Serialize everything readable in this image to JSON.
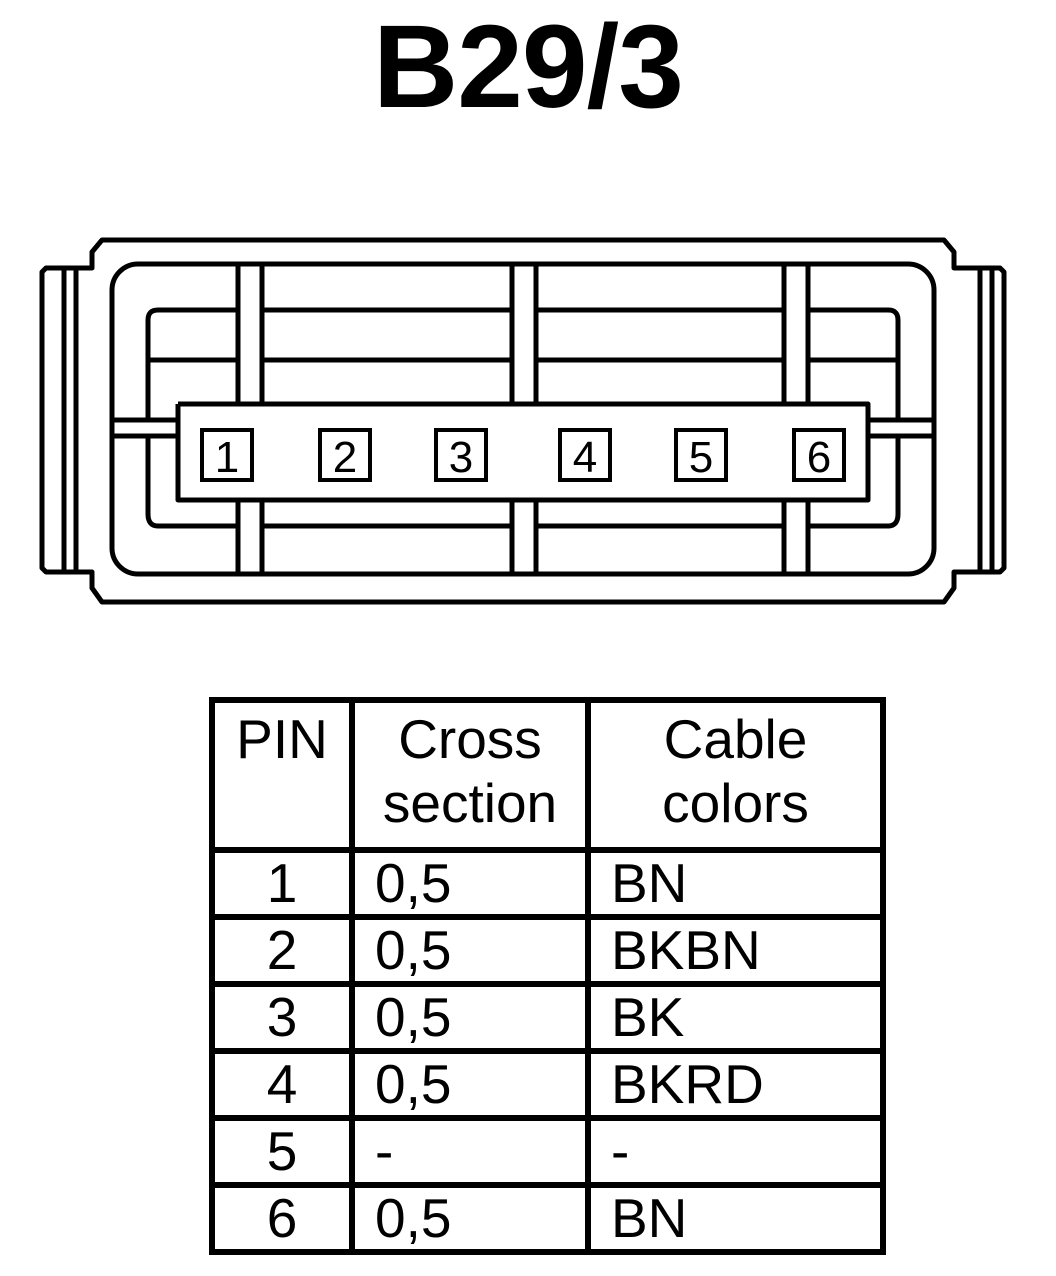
{
  "title": "B29/3",
  "connector": {
    "pin_labels": [
      "1",
      "2",
      "3",
      "4",
      "5",
      "6"
    ]
  },
  "table": {
    "headers": {
      "pin": "PIN",
      "cross_section": [
        "Cross",
        "section"
      ],
      "cable_colors": [
        "Cable",
        "colors"
      ]
    },
    "rows": [
      {
        "pin": "1",
        "cross_section": "0,5",
        "cable_color": "BN"
      },
      {
        "pin": "2",
        "cross_section": "0,5",
        "cable_color": "BKBN"
      },
      {
        "pin": "3",
        "cross_section": "0,5",
        "cable_color": "BK"
      },
      {
        "pin": "4",
        "cross_section": "0,5",
        "cable_color": "BKRD"
      },
      {
        "pin": "5",
        "cross_section": "-",
        "cable_color": "-"
      },
      {
        "pin": "6",
        "cross_section": "0,5",
        "cable_color": "BN"
      }
    ]
  }
}
